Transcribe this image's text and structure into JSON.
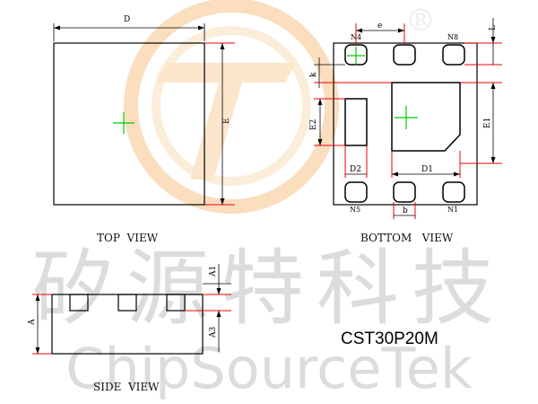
{
  "watermark": {
    "chinese": "矽源特科技",
    "english": "ChipSourceTek",
    "registered_mark": "®"
  },
  "labels": {
    "top_view": "TOP  VIEW",
    "bottom_view": "BOTTOM   VIEW",
    "side_view": "SIDE  VIEW",
    "part_number": "CST30P20M"
  },
  "dimensions": {
    "D": "D",
    "E": "E",
    "e": "e",
    "L": "L",
    "k": "k",
    "E2": "E2",
    "E1": "E1",
    "D2": "D2",
    "D1": "D1",
    "b": "b",
    "A": "A",
    "A1": "A1",
    "A3": "A3"
  },
  "pins": {
    "n4": "N4",
    "n8": "N8",
    "n5": "N5",
    "n1": "N1"
  },
  "colors": {
    "outline": "#000000",
    "dimension_red": "#e8000b",
    "center_mark_green": "#00cc00",
    "watermark_gray": "#dcdcdc",
    "logo_orange": "#f6c48a"
  }
}
